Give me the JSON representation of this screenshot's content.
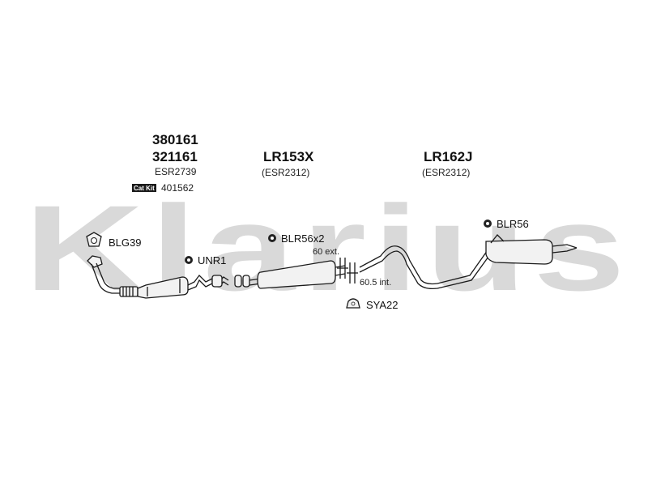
{
  "watermark": {
    "brand": "Klarius"
  },
  "groups": {
    "front": {
      "part_a": "380161",
      "part_b": "321161",
      "ref": "ESR2739",
      "catkit_label": "Cat Kit",
      "catkit_value": "401562"
    },
    "middle": {
      "part": "LR153X",
      "ref": "(ESR2312)"
    },
    "rear": {
      "part": "LR162J",
      "ref": "(ESR2312)"
    }
  },
  "fittings": {
    "blg": "BLG39",
    "unr": "UNR1",
    "blr_mid": "BLR56x2",
    "blr_rear": "BLR56",
    "sya": "SYA22"
  },
  "dimensions": {
    "ext": "60 ext.",
    "int": "60.5 int."
  },
  "colors": {
    "watermark": "#d9d9d9",
    "ink": "#111111",
    "background": "#ffffff"
  }
}
